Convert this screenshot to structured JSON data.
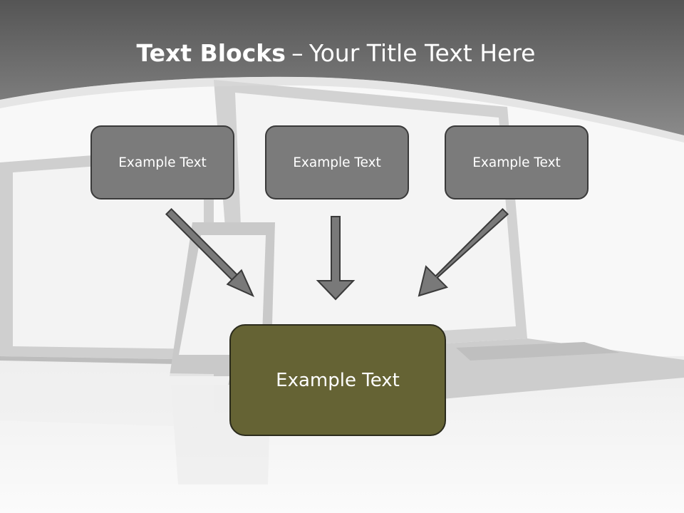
{
  "title": {
    "bold": "Text Blocks",
    "separator": "–",
    "rest": "Your Title Text Here"
  },
  "blocks": [
    {
      "label": "Example Text"
    },
    {
      "label": "Example Text"
    },
    {
      "label": "Example Text"
    }
  ],
  "result": {
    "label": "Example Text"
  },
  "colors": {
    "header": "#6f6f6f",
    "block_fill": "#7b7b7b",
    "result_fill": "#656334",
    "arrow_fill": "#797979",
    "text": "#ffffff"
  }
}
